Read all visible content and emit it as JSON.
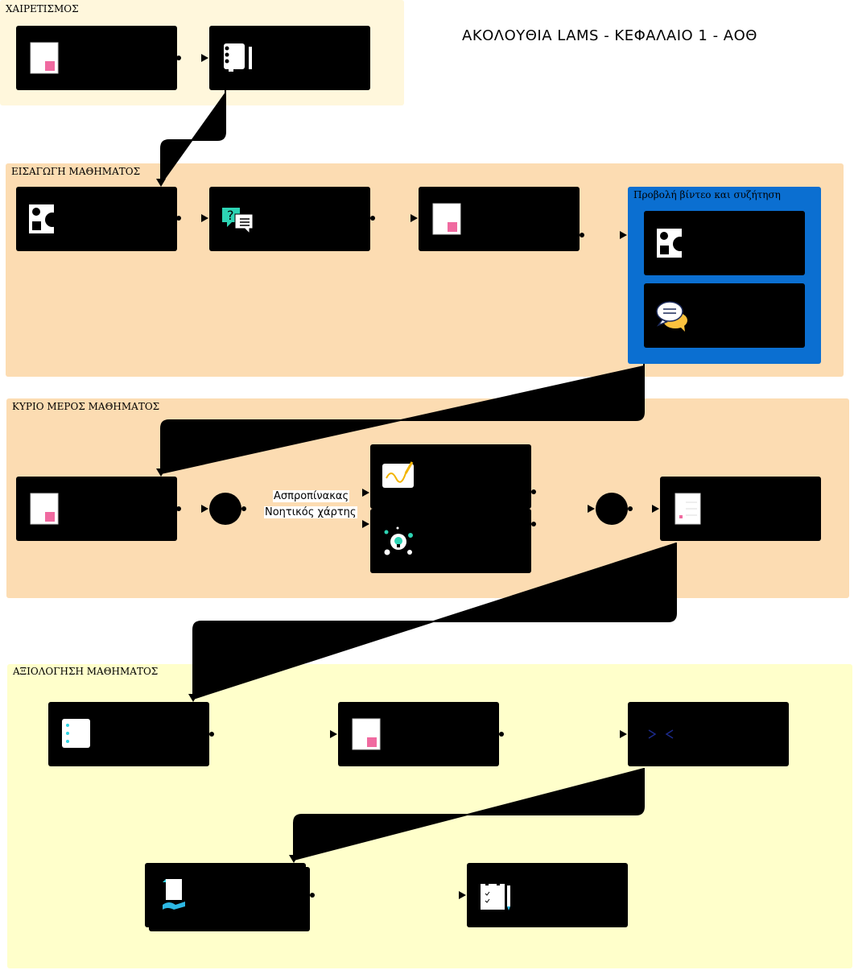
{
  "title": "ΑΚΟΛΟΥΘΙΑ LAMS - ΚΕΦΑΛΑΙΟ 1 - ΑΟΘ",
  "sections": {
    "greeting": "ΧΑΙΡΕΤΙΣΜΟΣ",
    "intro": "ΕΙΣΑΓΩΓΗ ΜΑΘΗΜΑΤΟΣ",
    "main": "ΚΥΡΙΟ ΜΕΡΟΣ ΜΑΘΗΜΑΤΟΣ",
    "assessment": "ΑΞΙΟΛΟΓΗΣΗ ΜΑΘΗΜΑΤΟΣ"
  },
  "group": {
    "label": "Προβολή βίντεο και συζήτηση"
  },
  "branches": [
    "Ασπροπίνακας",
    "Νοητικός χάρτης"
  ],
  "colors": {
    "greeting_bg": "#fff7dc",
    "intro_bg": "#fcdcb2",
    "main_bg": "#fcdcb2",
    "assessment_bg": "#ffffcb",
    "group_bg": "#0b6fd1",
    "card_bg": "#000000"
  },
  "icons": [
    "noticeboard-icon",
    "share-resources-icon",
    "shapes-icon",
    "qa-icon",
    "noticeboard-icon",
    "shapes-icon",
    "chat-icon",
    "noticeboard-icon",
    "whiteboard-icon",
    "mindmap-icon",
    "document-icon",
    "list-icon",
    "noticeboard-icon",
    "code-icon",
    "submit-files-icon",
    "notebook-icon"
  ]
}
